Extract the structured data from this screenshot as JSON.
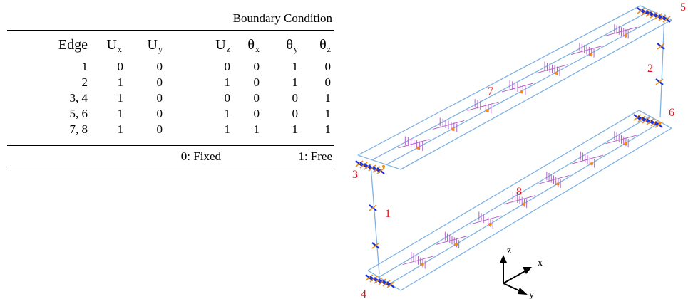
{
  "table": {
    "group_header": "Boundary Condition",
    "columns": [
      {
        "base": "Edge",
        "sub": ""
      },
      {
        "base": "U",
        "sub": "x"
      },
      {
        "base": "U",
        "sub": "y"
      },
      {
        "base": "U",
        "sub": "z"
      },
      {
        "base": "θ",
        "sub": "x"
      },
      {
        "base": "θ",
        "sub": "y"
      },
      {
        "base": "θ",
        "sub": "z"
      }
    ],
    "rows": [
      [
        "1",
        "0",
        "0",
        "0",
        "0",
        "1",
        "0"
      ],
      [
        "2",
        "1",
        "0",
        "1",
        "0",
        "1",
        "0"
      ],
      [
        "3, 4",
        "1",
        "0",
        "0",
        "0",
        "0",
        "1"
      ],
      [
        "5, 6",
        "1",
        "0",
        "1",
        "0",
        "0",
        "1"
      ],
      [
        "7, 8",
        "1",
        "0",
        "1",
        "1",
        "1",
        "1"
      ]
    ],
    "legend_fixed": "0: Fixed",
    "legend_free": "1: Free"
  },
  "figure": {
    "edge_labels": [
      "1",
      "2",
      "3",
      "4",
      "5",
      "6",
      "7",
      "8"
    ],
    "axis_labels": {
      "z": "z",
      "x": "x",
      "y": "y"
    },
    "colors": {
      "frame": "#7fb2e3",
      "label": "#e3121a",
      "support": "#1a2fd6",
      "node": "#f08c1a",
      "load": "#b062c8"
    }
  }
}
